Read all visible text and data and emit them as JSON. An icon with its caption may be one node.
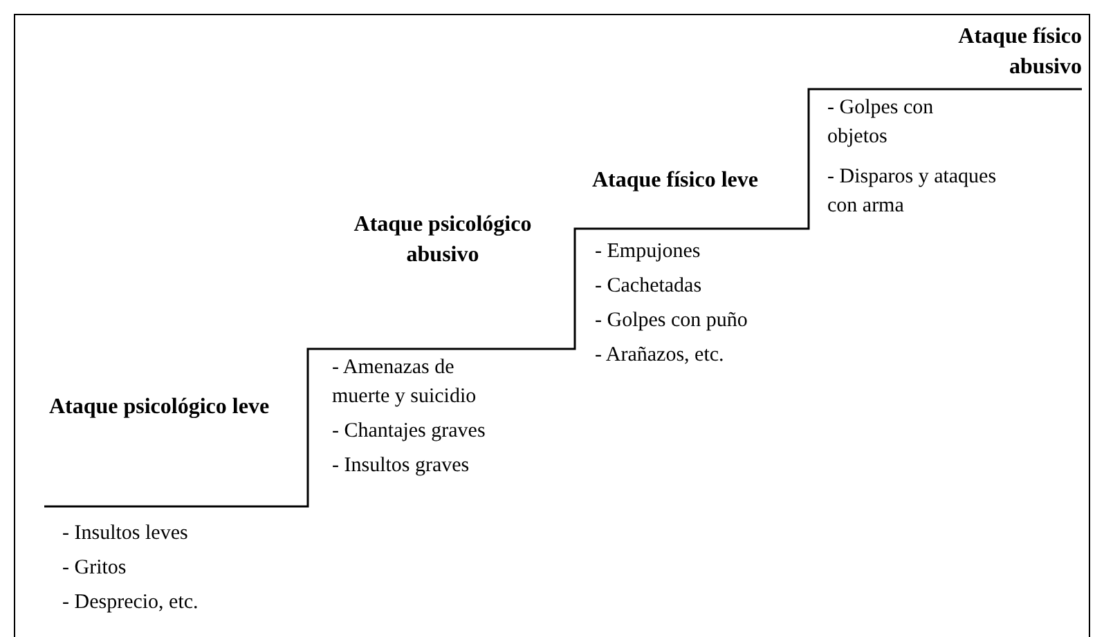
{
  "diagram": {
    "labels": [
      "Ataque psicológico leve",
      "- Insultos leves",
      "- Gritos",
      "- Desprecio, etc.",
      "Ataque psicológico abusivo",
      "- Amenazas de muerte y suicidio",
      "- Chantajes graves",
      "- Insultos graves",
      "Ataque físico leve",
      "- Empujones",
      "- Cachetadas",
      "- Golpes con puño",
      "- Arañazos, etc.",
      "Ataque físico abusivo",
      "- Golpes con objetos",
      "- Disparos y ataques con arma"
    ]
  }
}
